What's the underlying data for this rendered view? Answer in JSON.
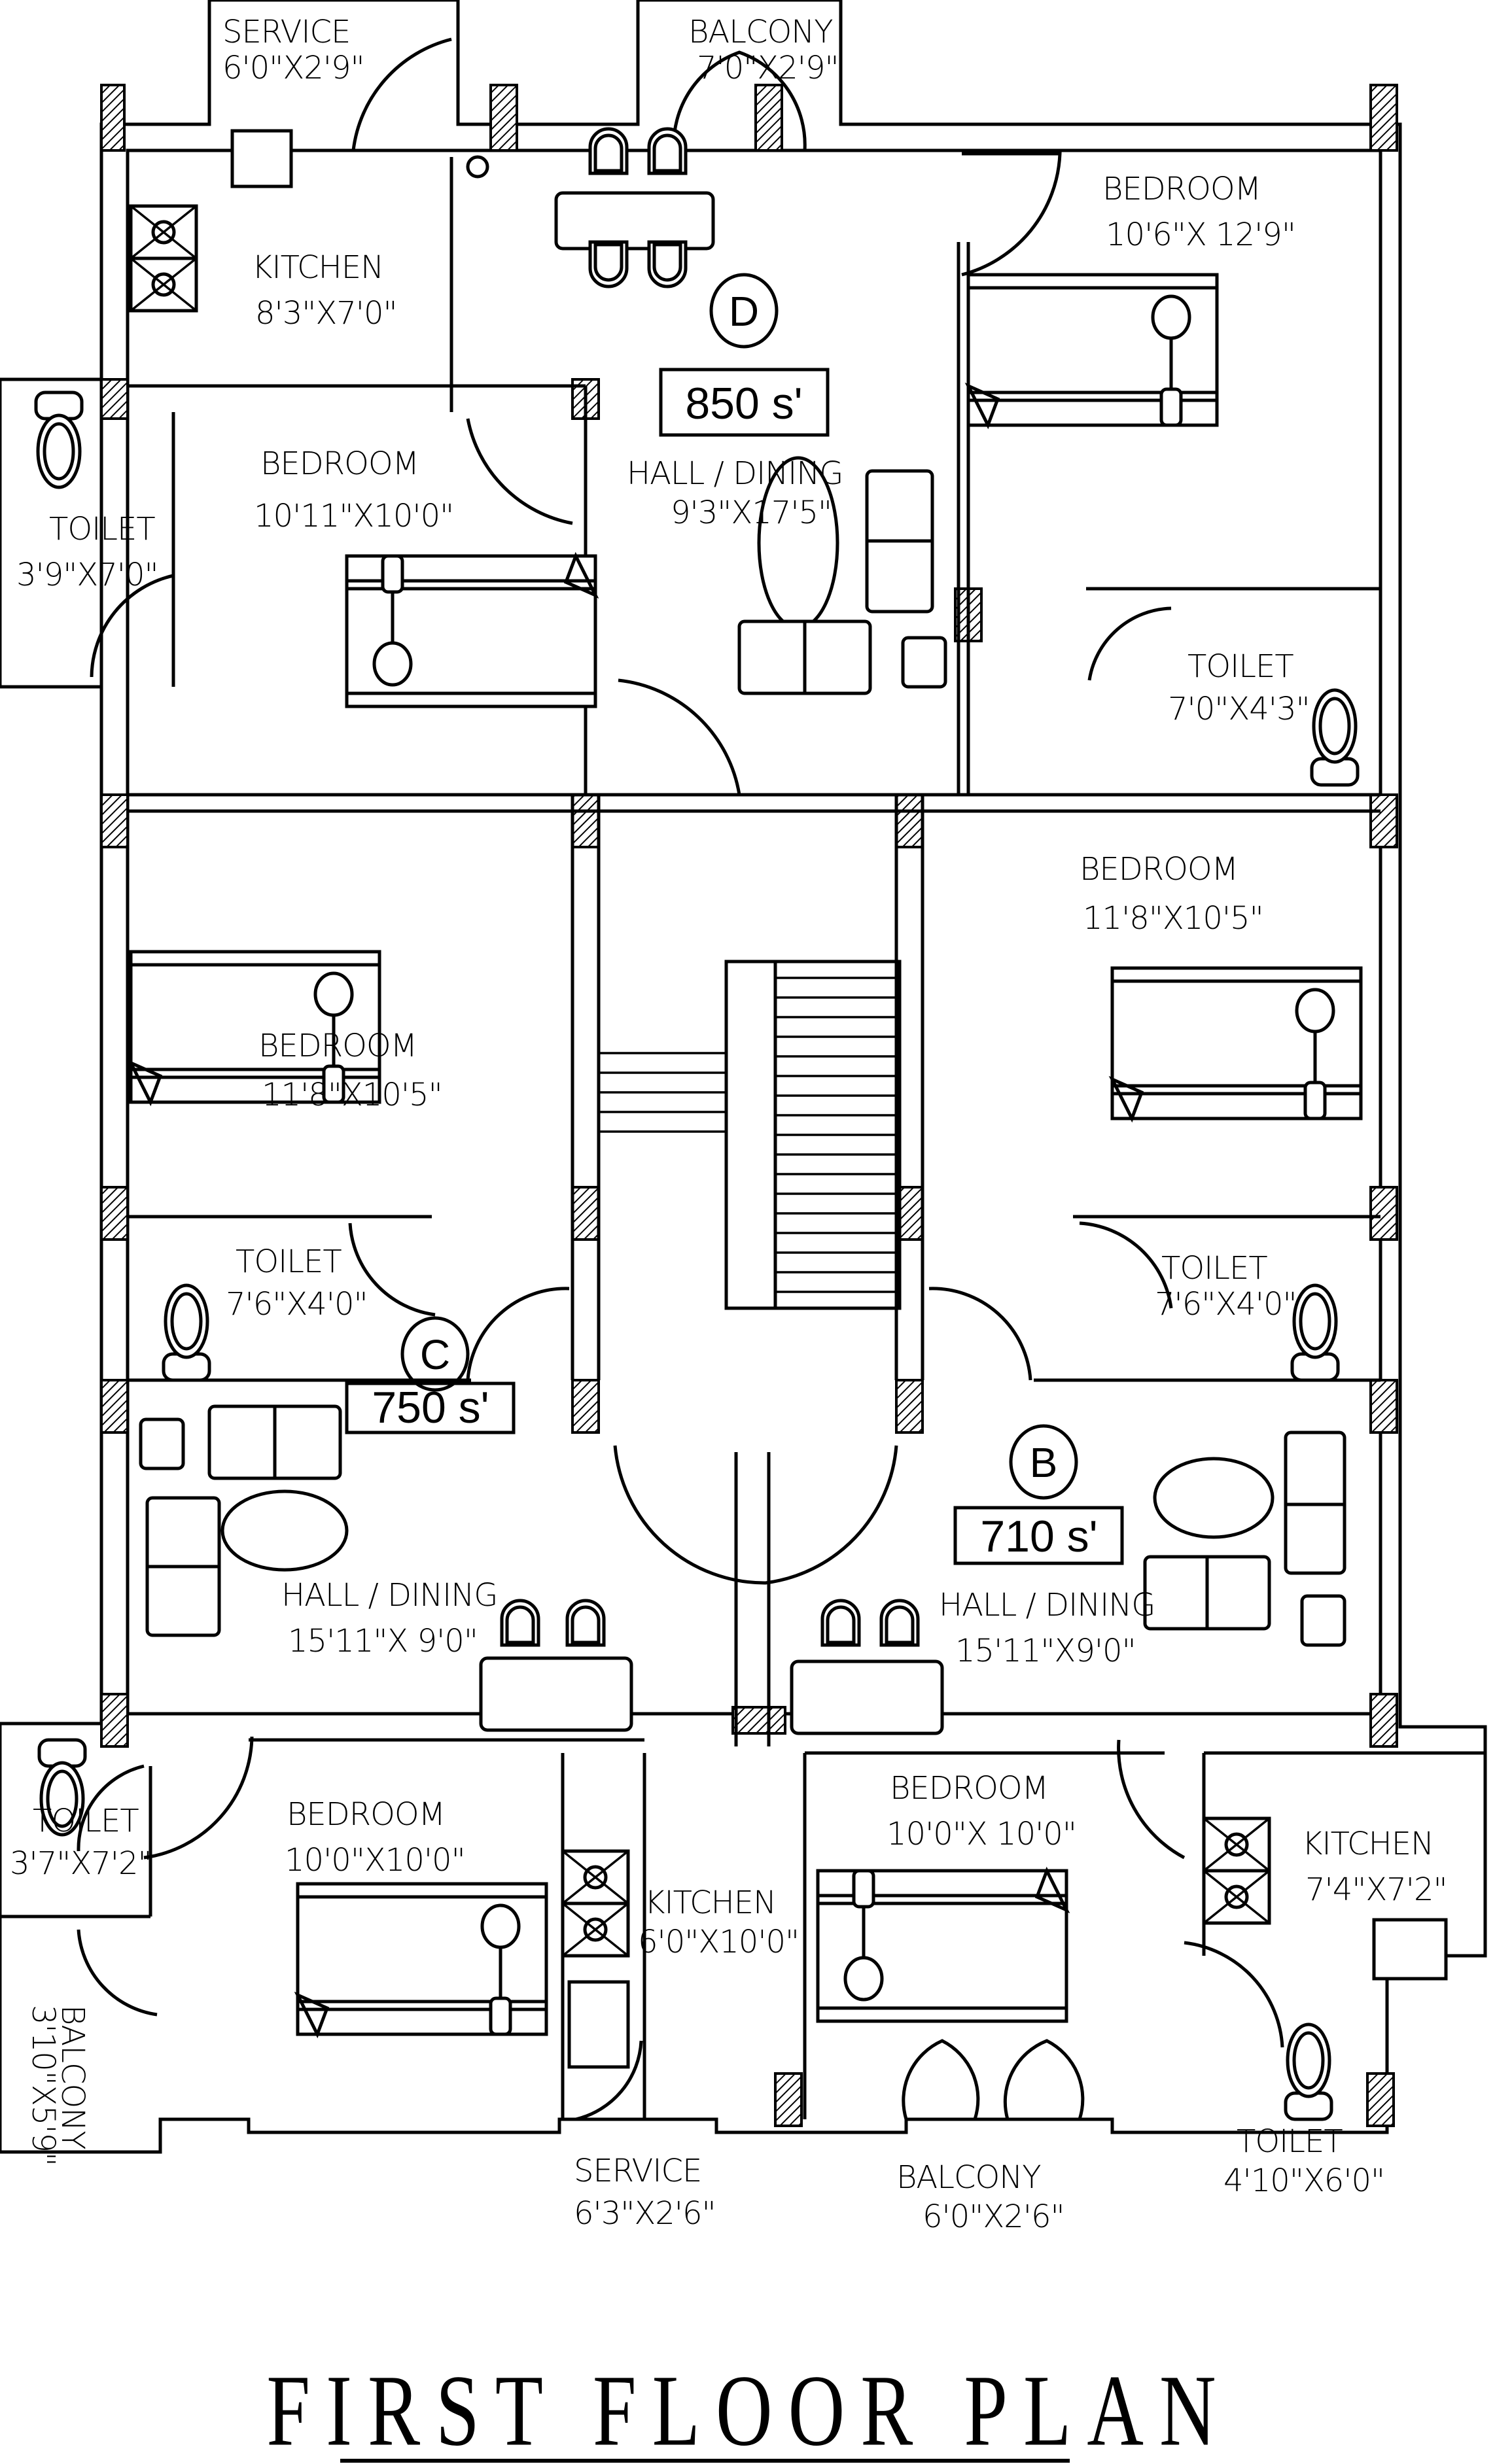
{
  "title": "FIRST FLOOR PLAN",
  "colors": {
    "line": "#000000",
    "background": "#ffffff"
  },
  "units": [
    {
      "id": "D",
      "area": "850 s'"
    },
    {
      "id": "C",
      "area": "750 s'"
    },
    {
      "id": "B",
      "area": "710 s'"
    }
  ],
  "rooms": {
    "service_top": {
      "name": "SERVICE",
      "size": "6'0\"X2'9\""
    },
    "balcony_top": {
      "name": "BALCONY",
      "size": "7'0\"X2'9\""
    },
    "kitchen_d": {
      "name": "KITCHEN",
      "size": "8'3\"X7'0\""
    },
    "bedroom_d1": {
      "name": "BEDROOM",
      "size": "10'6\"X 12'9\""
    },
    "bedroom_d2": {
      "name": "BEDROOM",
      "size": "10'11\"X10'0\""
    },
    "toilet_d1": {
      "name": "TOILET",
      "size": "3'9\"X7'0\""
    },
    "hall_d": {
      "name": "HALL / DINING",
      "size": "9'3\"X17'5\""
    },
    "toilet_d2": {
      "name": "TOILET",
      "size": "7'0\"X4'3\""
    },
    "bedroom_c1": {
      "name": "BEDROOM",
      "size": "11'8\"X10'5\""
    },
    "bedroom_b1": {
      "name": "BEDROOM",
      "size": "11'8\"X10'5\""
    },
    "toilet_c1": {
      "name": "TOILET",
      "size": "7'6\"X4'0\""
    },
    "toilet_b1": {
      "name": "TOILET",
      "size": "7'6\"X4'0\""
    },
    "hall_c": {
      "name": "HALL / DINING",
      "size": "15'11\"X 9'0\""
    },
    "hall_b": {
      "name": "HALL / DINING",
      "size": "15'11\"X9'0\""
    },
    "toilet_c2": {
      "name": "TOILET",
      "size": "3'7\"X7'2\""
    },
    "bedroom_c2": {
      "name": "BEDROOM",
      "size": "10'0\"X10'0\""
    },
    "kitchen_c": {
      "name": "KITCHEN",
      "size": "6'0\"X10'0\""
    },
    "bedroom_b2": {
      "name": "BEDROOM",
      "size": "10'0\"X 10'0\""
    },
    "kitchen_b": {
      "name": "KITCHEN",
      "size": "7'4\"X7'2\""
    },
    "balcony_c": {
      "name": "BALCONY",
      "size": "3'10\"X5'9\""
    },
    "service_c": {
      "name": "SERVICE",
      "size": "6'3\"X2'6\""
    },
    "balcony_b": {
      "name": "BALCONY",
      "size": "6'0\"X2'6\""
    },
    "toilet_b2": {
      "name": "TOILET",
      "size": "4'10\"X6'0\""
    }
  }
}
